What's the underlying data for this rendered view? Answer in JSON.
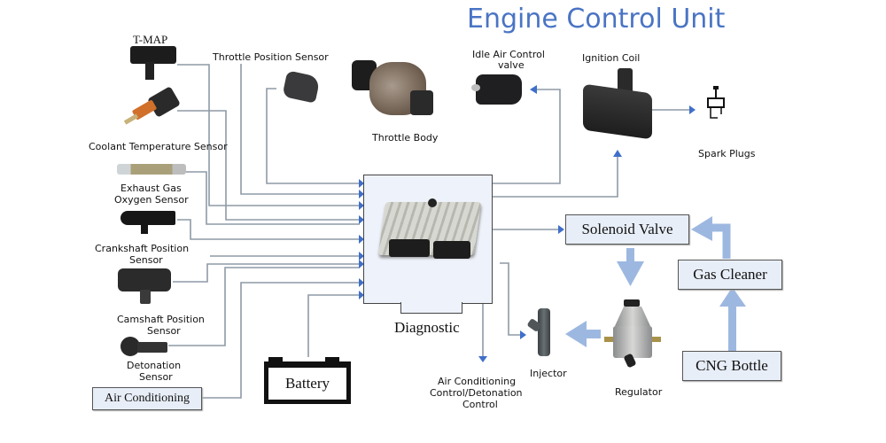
{
  "title": "Engine Control Unit",
  "colors": {
    "title": "#4a74c4",
    "arrow": "#3f6fc9",
    "wire": "#8d9aa6",
    "flow_arrow": "#9db8e0",
    "box_fill": "#e8eef8"
  },
  "sensors": {
    "t_map": "T-MAP",
    "throttle_position": "Throttle Position Sensor",
    "coolant_temperature": "Coolant Temperature Sensor",
    "exhaust_gas_oxygen": [
      "Exhaust Gas",
      "Oxygen Sensor"
    ],
    "crankshaft_position": [
      "Crankshaft Position",
      "Sensor"
    ],
    "camshaft_position": [
      "Camshaft Position",
      "Sensor"
    ],
    "detonation": [
      "Detonation",
      "Sensor"
    ],
    "air_conditioning": "Air Conditioning"
  },
  "actuators": {
    "throttle_body": "Throttle Body",
    "idle_air_control": [
      "Idle Air Control",
      "valve"
    ],
    "ignition_coil": "Ignition Coil",
    "spark_plugs": "Spark Plugs",
    "injector": "Injector",
    "ac_detonation_control": [
      "Air Conditioning",
      "Control/Detonation",
      "Control"
    ]
  },
  "ecu": {
    "diagnostic": "Diagnostic"
  },
  "power": {
    "battery": "Battery"
  },
  "gas_system": {
    "solenoid_valve": "Solenoid Valve",
    "gas_cleaner": "Gas Cleaner",
    "cng_bottle": "CNG Bottle",
    "regulator": "Regulator"
  }
}
